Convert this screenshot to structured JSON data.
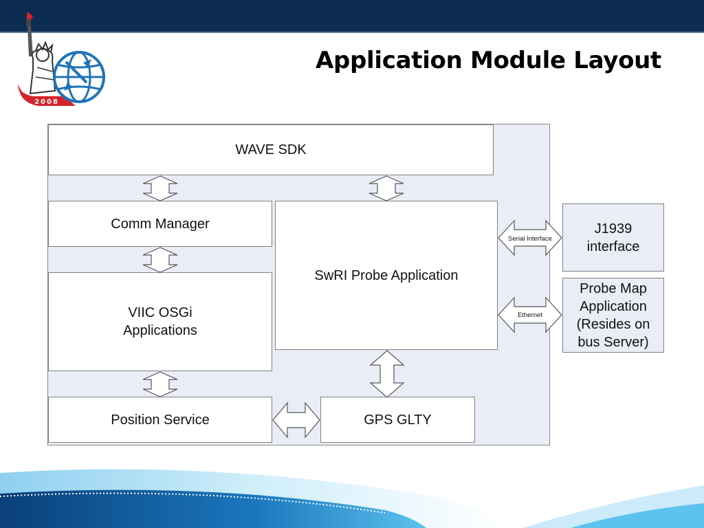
{
  "slide": {
    "title": "Application Module Layout",
    "logo_year": "2008"
  },
  "diagram": {
    "wave_sdk": "WAVE SDK",
    "comm_manager": "Comm Manager",
    "viic_osgi": "VIIC OSGi\nApplications",
    "swri_probe": "SwRI Probe Application",
    "position_service": "Position Service",
    "gps_glty": "GPS GLTY",
    "j1939": "J1939\ninterface",
    "probe_map": "Probe Map\nApplication\n(Resides on\nbus Server)",
    "serial_label": "Serial Interface",
    "ethernet_label": "Ethernet"
  }
}
